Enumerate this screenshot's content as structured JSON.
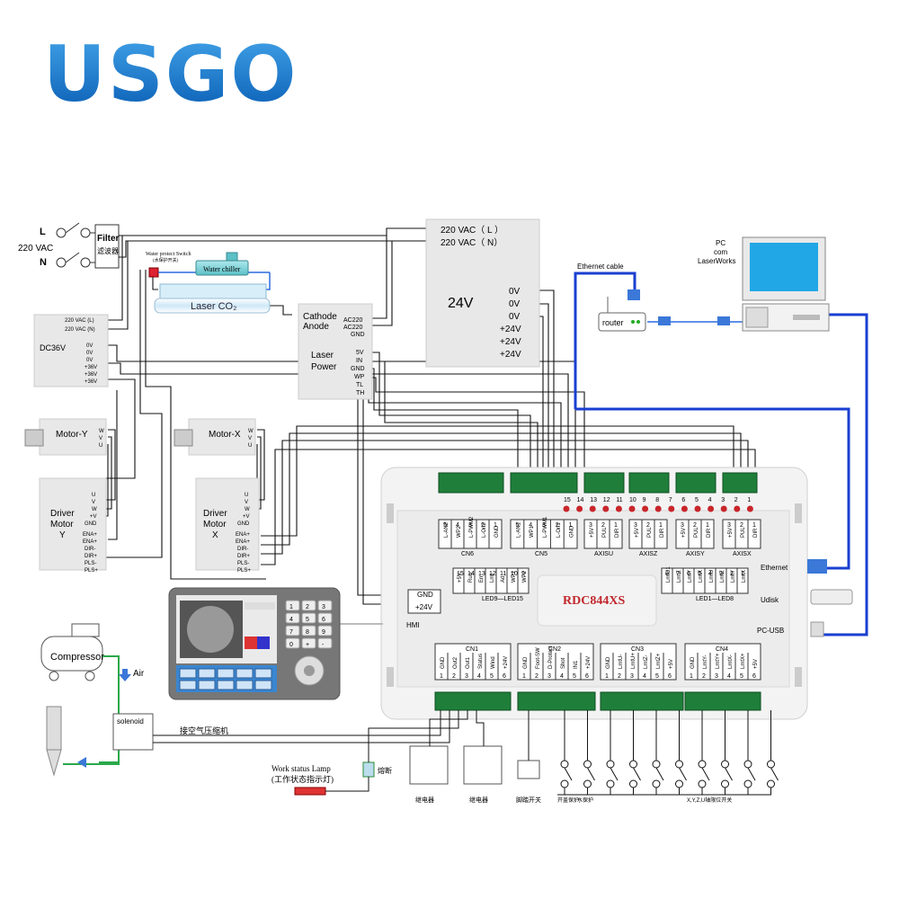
{
  "brand": "USGO",
  "mains": {
    "L": "L",
    "N": "N",
    "vac": "220 VAC"
  },
  "filter": {
    "en": "Filter",
    "zh": "滤波器"
  },
  "water_switch": {
    "en": "Water protect Switch",
    "sub": "(水保护开关)"
  },
  "water_chiller": "Water chiller",
  "laser_tube": "Laser CO₂",
  "cathode": "Cathode",
  "anode": "Anode",
  "laser_power": {
    "title1": "Laser",
    "title2": "Power",
    "in_pins": [
      "AC220",
      "AC220",
      "GND"
    ],
    "out_pins": [
      "5V",
      "IN",
      "GND",
      "WP",
      "TL",
      "TH"
    ]
  },
  "psu24": {
    "in_l": "220 VAC（ L ）",
    "in_n": "220 VAC（ N）",
    "label": "24V",
    "outs": [
      "0V",
      "0V",
      "0V",
      "+24V",
      "+24V",
      "+24V"
    ]
  },
  "dc36": {
    "in_pins": [
      "220 VAC (L)",
      "220 VAC (N)"
    ],
    "label": "DC36V",
    "outs": [
      "0V",
      "0V",
      "0V",
      "+36V",
      "+36V",
      "+36V"
    ]
  },
  "motor_y": "Motor-Y",
  "motor_x": "Motor-X",
  "motor_pins": [
    "W",
    "V",
    "U"
  ],
  "driver_y": [
    "Driver",
    "Motor",
    "Y"
  ],
  "driver_x": [
    "Driver",
    "Motor",
    "X"
  ],
  "driver_pins_top": [
    "U",
    "V",
    "W",
    "+V",
    "GND"
  ],
  "driver_pins_bot": [
    "ENA+",
    "ENA+",
    "DIR-",
    "DIR+",
    "PLS-",
    "PLS+"
  ],
  "network": {
    "ethernet_cable": "Ethernet cable",
    "router": "router",
    "pc": [
      "PC",
      "com",
      "LaserWorks"
    ]
  },
  "controller": {
    "model": "RDC844XS",
    "top_numbers": [
      "15",
      "14",
      "13",
      "12",
      "11",
      "10",
      "9",
      "8",
      "7",
      "6",
      "5",
      "4",
      "3",
      "2",
      "1"
    ],
    "cn6": {
      "name": "CN6",
      "pins": [
        "L-AN2",
        "WP2",
        "L-PWM2",
        "L-On2",
        "GND"
      ],
      "nums": [
        "5",
        "4",
        "3",
        "2",
        "1"
      ]
    },
    "cn5": {
      "name": "CN5",
      "pins": [
        "L-AN1",
        "WP1",
        "L-PWM1",
        "L-On1",
        "GND"
      ],
      "nums": [
        "5",
        "4",
        "3",
        "2",
        "1"
      ]
    },
    "axisu": {
      "name": "AXISU",
      "pins": [
        "+5V",
        "PUL",
        "DIR"
      ],
      "nums": [
        "3",
        "2",
        "1"
      ]
    },
    "axisz": {
      "name": "AXISZ",
      "pins": [
        "+5V",
        "PUL",
        "DIR"
      ],
      "nums": [
        "3",
        "2",
        "1"
      ]
    },
    "axisy": {
      "name": "AXISY",
      "pins": [
        "+5V",
        "PUL",
        "DIR"
      ],
      "nums": [
        "3",
        "2",
        "1"
      ]
    },
    "axisx": {
      "name": "AXISX",
      "pins": [
        "+5V",
        "PUL",
        "DIR"
      ],
      "nums": [
        "3",
        "2",
        "1"
      ]
    },
    "led9": {
      "name": "LED9—LED15",
      "pins": [
        "+5V",
        "Run",
        "Err",
        "Lmt",
        "Ad",
        "WP1",
        "WP2"
      ],
      "nums": [
        "15",
        "14",
        "13",
        "12",
        "11",
        "10",
        "9"
      ]
    },
    "led1": {
      "name": "LED1—LED8",
      "pins": [
        "LmtU1",
        "LmtZ",
        "LmtY",
        "LmtX",
        "LmtU",
        "LmtZ",
        "LmtY",
        "LmtX"
      ],
      "nums": [
        "8",
        "7",
        "6",
        "5",
        "4",
        "3",
        "2",
        "1"
      ]
    },
    "hmi_pins": [
      "GND",
      "+24V"
    ],
    "side": {
      "ethernet": "Ethernet",
      "udisk": "Udisk",
      "pcusb": "PC-USB",
      "hmi": "HMI"
    },
    "cn1": {
      "name": "CN1",
      "pins": [
        "GND",
        "Out2",
        "Out1",
        "Status",
        "Wind",
        "+24V"
      ],
      "nums": [
        "1",
        "2",
        "3",
        "4",
        "5",
        "6"
      ]
    },
    "cn2": {
      "name": "CN2",
      "pins": [
        "GND",
        "Foot-SW",
        "D-Protect",
        "Shot",
        "IN1",
        "+24V"
      ],
      "nums": [
        "1",
        "2",
        "3",
        "4",
        "5",
        "6"
      ]
    },
    "cn3": {
      "name": "CN3",
      "pins": [
        "GND",
        "LmtU-",
        "LmtU+",
        "LmtZ-",
        "LmtZ+",
        "+5V"
      ],
      "nums": [
        "1",
        "2",
        "3",
        "4",
        "5",
        "6"
      ]
    },
    "cn4": {
      "name": "CN4",
      "pins": [
        "GND",
        "LmtY-",
        "LmtY+",
        "LmtX-",
        "LmtX+",
        "+5V"
      ],
      "nums": [
        "1",
        "2",
        "3",
        "4",
        "5",
        "6"
      ]
    }
  },
  "pneumatics": {
    "compressor": "Compressor",
    "air": "Air",
    "solenoid": "solenoid",
    "connect_compressor": "接空气压缩机"
  },
  "lamp": {
    "en": "Work status Lamp",
    "zh": "(工作状态指示灯)",
    "fuse": "熔断"
  },
  "relay": "继电器",
  "foot_switch": "脚踏开关",
  "bottom_labels": {
    "door": "开盖保护",
    "water": "水保护",
    "limits": "X,Y,Z,U轴限位开关"
  },
  "hmi_panel": {
    "keys": [
      "1",
      "2",
      "3",
      "4",
      "5",
      "6",
      "7",
      "8",
      "9",
      "0",
      "+",
      "-"
    ]
  },
  "colors": {
    "blue_cable": "#1a3fd1",
    "green_tube": "#2aa84a",
    "chiller": "#7fd4d8",
    "board": "#f3f3f3"
  }
}
